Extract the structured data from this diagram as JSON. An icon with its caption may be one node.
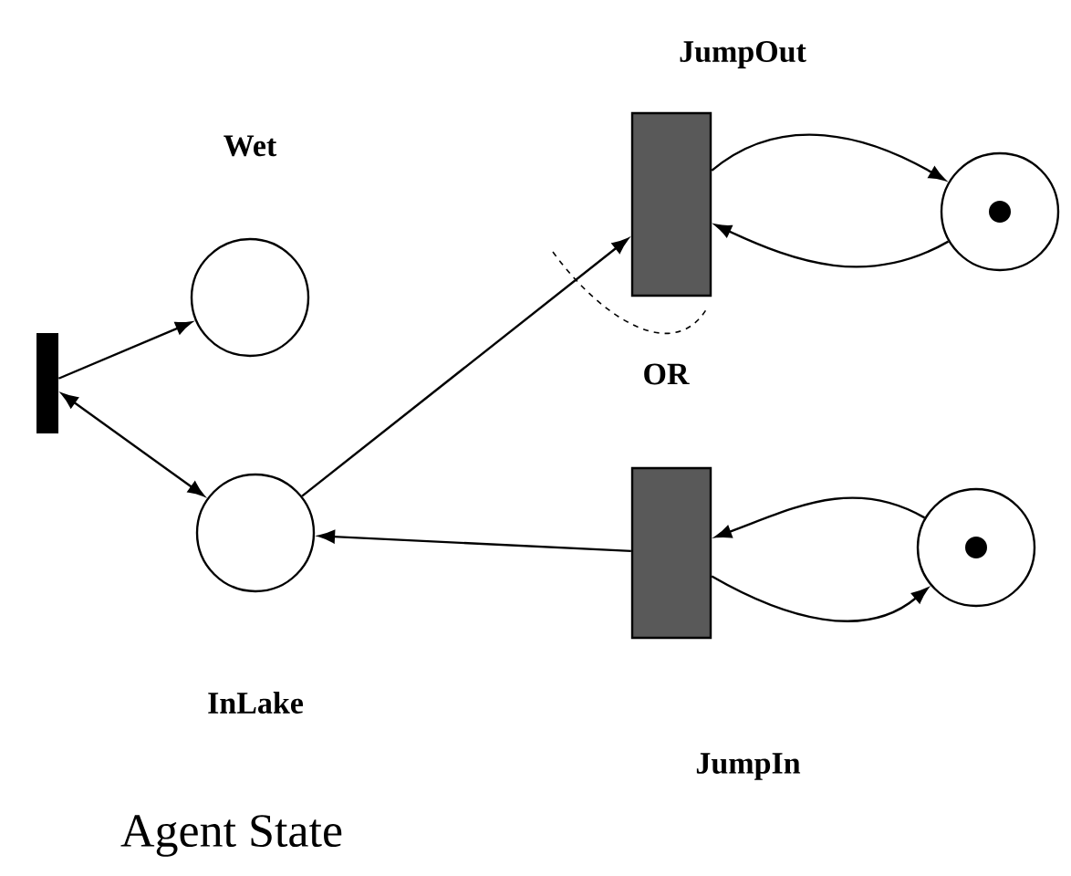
{
  "diagram": {
    "caption": "Agent State",
    "nodes": [
      {
        "text": [
          "Wet"
        ]
      },
      {
        "text": [
          "InLake"
        ]
      },
      {
        "text": [
          "JumpOut"
        ]
      },
      {
        "text": [
          "JumpIn"
        ]
      },
      {
        "text": [],
        "shape": "bar"
      },
      {
        "text": [],
        "shape": "circle"
      },
      {
        "text": [],
        "shape": "circle"
      }
    ],
    "edges": [
      {
        "from": 4,
        "to": 0,
        "arrow": "to"
      },
      {
        "from": 4,
        "to": 1,
        "arrow": "both"
      },
      {
        "from": 1,
        "to": 2,
        "arrow": "to"
      },
      {
        "from": 2,
        "to": 5,
        "arrow": "to"
      },
      {
        "from": 5,
        "to": 2,
        "arrow": "to"
      },
      {
        "from": 3,
        "to": 1,
        "arrow": "to"
      },
      {
        "from": 6,
        "to": 3,
        "arrow": "to"
      },
      {
        "from": 3,
        "to": 6,
        "arrow": "to"
      }
    ],
    "labels": [
      "OR"
    ]
  }
}
